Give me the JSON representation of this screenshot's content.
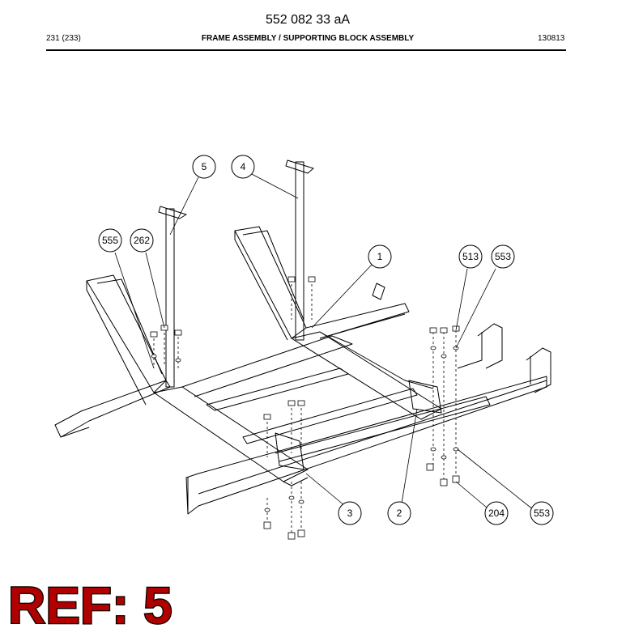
{
  "header": {
    "doc_number": "552 082 33 aA",
    "page_ref": "231 (233)",
    "title": "FRAME ASSEMBLY / SUPPORTING BLOCK ASSEMBLY",
    "date_code": "130813"
  },
  "callouts": [
    {
      "id": "callout-5",
      "label": "5"
    },
    {
      "id": "callout-4",
      "label": "4"
    },
    {
      "id": "callout-555",
      "label": "555"
    },
    {
      "id": "callout-262",
      "label": "262"
    },
    {
      "id": "callout-1",
      "label": "1"
    },
    {
      "id": "callout-513",
      "label": "513"
    },
    {
      "id": "callout-553a",
      "label": "553"
    },
    {
      "id": "callout-3",
      "label": "3"
    },
    {
      "id": "callout-2",
      "label": "2"
    },
    {
      "id": "callout-204",
      "label": "204"
    },
    {
      "id": "callout-553b",
      "label": "553"
    }
  ],
  "ref_stamp": "REF: 5",
  "colors": {
    "ref_fill": "#b00000",
    "line": "#000000"
  }
}
